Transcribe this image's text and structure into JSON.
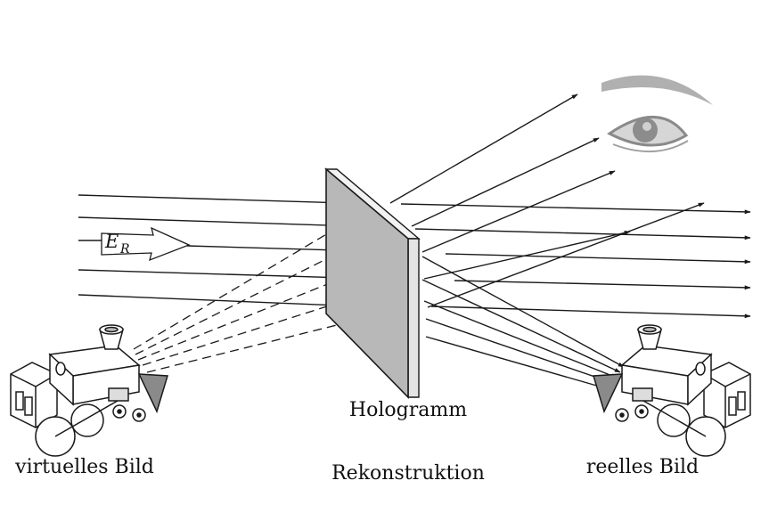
{
  "labels": {
    "hologram": "Hologramm",
    "virtual_image": "virtuelles Bild",
    "real_image": "reelles Bild",
    "reconstruction": "Rekonstruktion"
  },
  "reference_wave": {
    "symbol": "E",
    "subscript": "R"
  },
  "icons": {
    "observer": "eye-icon",
    "virtual_object": "locomotive-icon",
    "real_object": "locomotive-icon"
  },
  "colors": {
    "lines": "#1a1a1a",
    "hologram_face": "#b8b8b8",
    "hologram_edge": "#e8e8e8",
    "eye": "#9a9a9a"
  }
}
